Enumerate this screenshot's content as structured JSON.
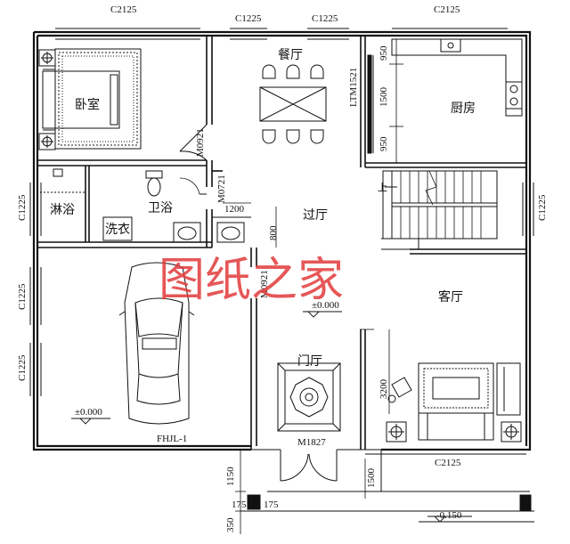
{
  "rooms": {
    "bedroom": "卧室",
    "dining": "餐厅",
    "kitchen": "厨房",
    "shower": "淋浴",
    "bathroom": "卫浴",
    "laundry": "洗衣",
    "hall": "过厅",
    "living": "客厅",
    "foyer": "门厅"
  },
  "dims": {
    "top_left_window": "C2125",
    "top_mid_window_a": "C1225",
    "top_mid_window_b": "C1225",
    "top_right_window": "C2125",
    "left_window_shower": "C1225",
    "left_window_garage_a": "C1225",
    "left_window_garage_b": "C1225",
    "right_window": "C1225",
    "bottom_window": "C2125",
    "door_bedroom": "M0921",
    "door_bath": "M0721",
    "door_garage": "M0921",
    "door_main": "M1827",
    "kitchen_door": "LTM1521",
    "garage_door": "FHJL-1",
    "dim_1200": "1200",
    "dim_800": "800",
    "dim_950_top": "950",
    "dim_1500_mid": "1500",
    "dim_950_bottom": "950",
    "dim_3200": "3200",
    "dim_1150": "1150",
    "dim_1500_bottom": "1500",
    "dim_175_a": "175",
    "dim_175_b": "175",
    "dim_350": "350",
    "stair_up": "上"
  },
  "levels": {
    "living_level": "±0.000",
    "garage_level": "±0.000",
    "outside_level": "-0.150"
  },
  "watermark": "图纸之家"
}
